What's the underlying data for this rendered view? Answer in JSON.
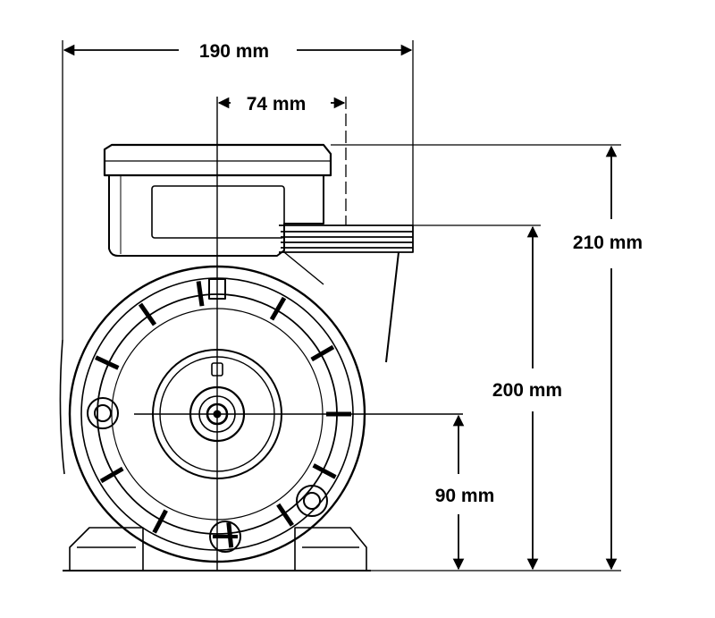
{
  "dimensions": {
    "overall_width": "190 mm",
    "shaft_offset": "74 mm",
    "overall_height": "210 mm",
    "outlet_height": "200 mm",
    "shaft_height": "90 mm"
  }
}
